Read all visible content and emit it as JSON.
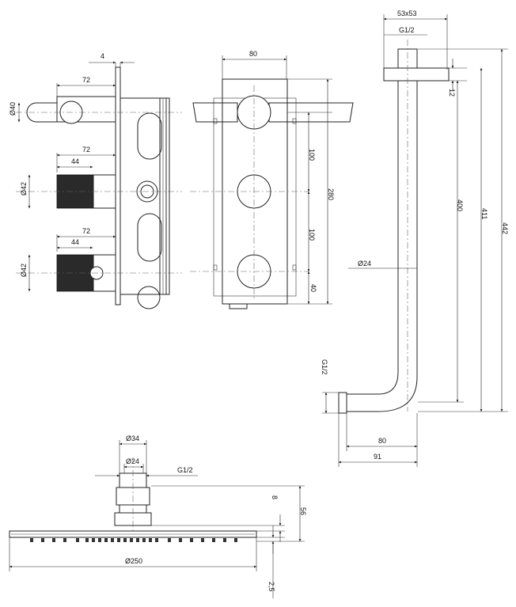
{
  "valve_side_view": {
    "d_wall_thickness": "4",
    "d_diverter_projection": "72",
    "d_lever_diameter": "Ø40",
    "d_middle_projection": "72",
    "d_middle_knob_length": "44",
    "d_middle_knob_diameter": "Ø42",
    "d_bottom_projection": "72",
    "d_bottom_knob_length": "44",
    "d_bottom_knob_diameter": "Ø42"
  },
  "valve_front_view": {
    "d_plate_width": "80",
    "d_spacing_top": "100",
    "d_spacing_bottom": "100",
    "d_bottom_offset": "40",
    "d_plate_height": "280"
  },
  "shower_arm": {
    "d_flange_size": "53x53",
    "d_top_thread": "G1/2",
    "d_flange_thickness": "12",
    "d_pipe_diameter": "Ø24",
    "d_vertical_400": "400",
    "d_vertical_411": "411",
    "d_vertical_442": "442",
    "d_inlet_thread": "G1/2",
    "d_horizontal_80": "80",
    "d_horizontal_91": "91"
  },
  "shower_head": {
    "d_connector_diameter": "Ø34",
    "d_inner_diameter": "Ø24",
    "d_thread": "G1/2",
    "d_height_small": "8",
    "d_height_total": "56",
    "d_head_diameter": "Ø250",
    "d_plate_thickness": "2,5"
  }
}
